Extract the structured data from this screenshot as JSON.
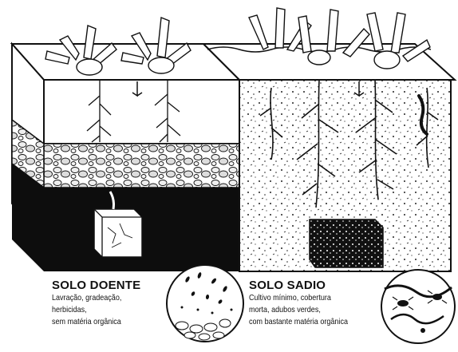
{
  "left_panel": {
    "title": "SOLO DOENTE",
    "lines": [
      "Lavração, gradeação,",
      "herbicidas,",
      "sem matéria orgânica"
    ]
  },
  "right_panel": {
    "title": "SOLO SADIO",
    "lines": [
      "Cultivo mínimo, cobertura",
      "morta, adubos verdes,",
      "com bastante matéria orgânica"
    ]
  },
  "colors": {
    "ink": "#111111",
    "paper": "#ffffff"
  }
}
